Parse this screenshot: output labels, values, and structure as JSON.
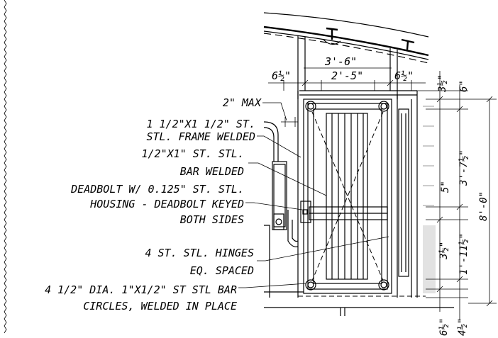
{
  "notes": [
    {
      "id": "max",
      "text": "2\" MAX"
    },
    {
      "id": "frame1",
      "text": "1 1/2\"X1 1/2\" ST."
    },
    {
      "id": "frame2",
      "text": "STL. FRAME WELDED"
    },
    {
      "id": "bar1",
      "text": "1/2\"X1\" ST. STL."
    },
    {
      "id": "bar2",
      "text": "BAR WELDED"
    },
    {
      "id": "dead1",
      "text": "DEADBOLT W/ 0.125\" ST. STL."
    },
    {
      "id": "dead2",
      "text": "HOUSING - DEADBOLT KEYED"
    },
    {
      "id": "dead3",
      "text": "BOTH SIDES"
    },
    {
      "id": "hinge1",
      "text": "4 ST. STL. HINGES"
    },
    {
      "id": "hinge2",
      "text": "EQ. SPACED"
    },
    {
      "id": "circ1",
      "text": "4 1/2\" DIA. 1\"X1/2\" ST STL BAR"
    },
    {
      "id": "circ2",
      "text": "CIRCLES, WELDED IN PLACE"
    }
  ],
  "dimensions": {
    "overall_width": "3'-6\"",
    "left_margin": "6½\"",
    "opening": "2'-5\"",
    "right_margin": "6½\"",
    "top_3_5": "3½\"",
    "top_6": "6\"",
    "upper_height": "3'-7½\"",
    "mid_5": "5\"",
    "total_height": "8'-0\"",
    "lower_3_5": "3½\"",
    "lower_height": "1'-11½\"",
    "bottom_6_5": "6½\"",
    "bottom_4_5": "4½\""
  }
}
